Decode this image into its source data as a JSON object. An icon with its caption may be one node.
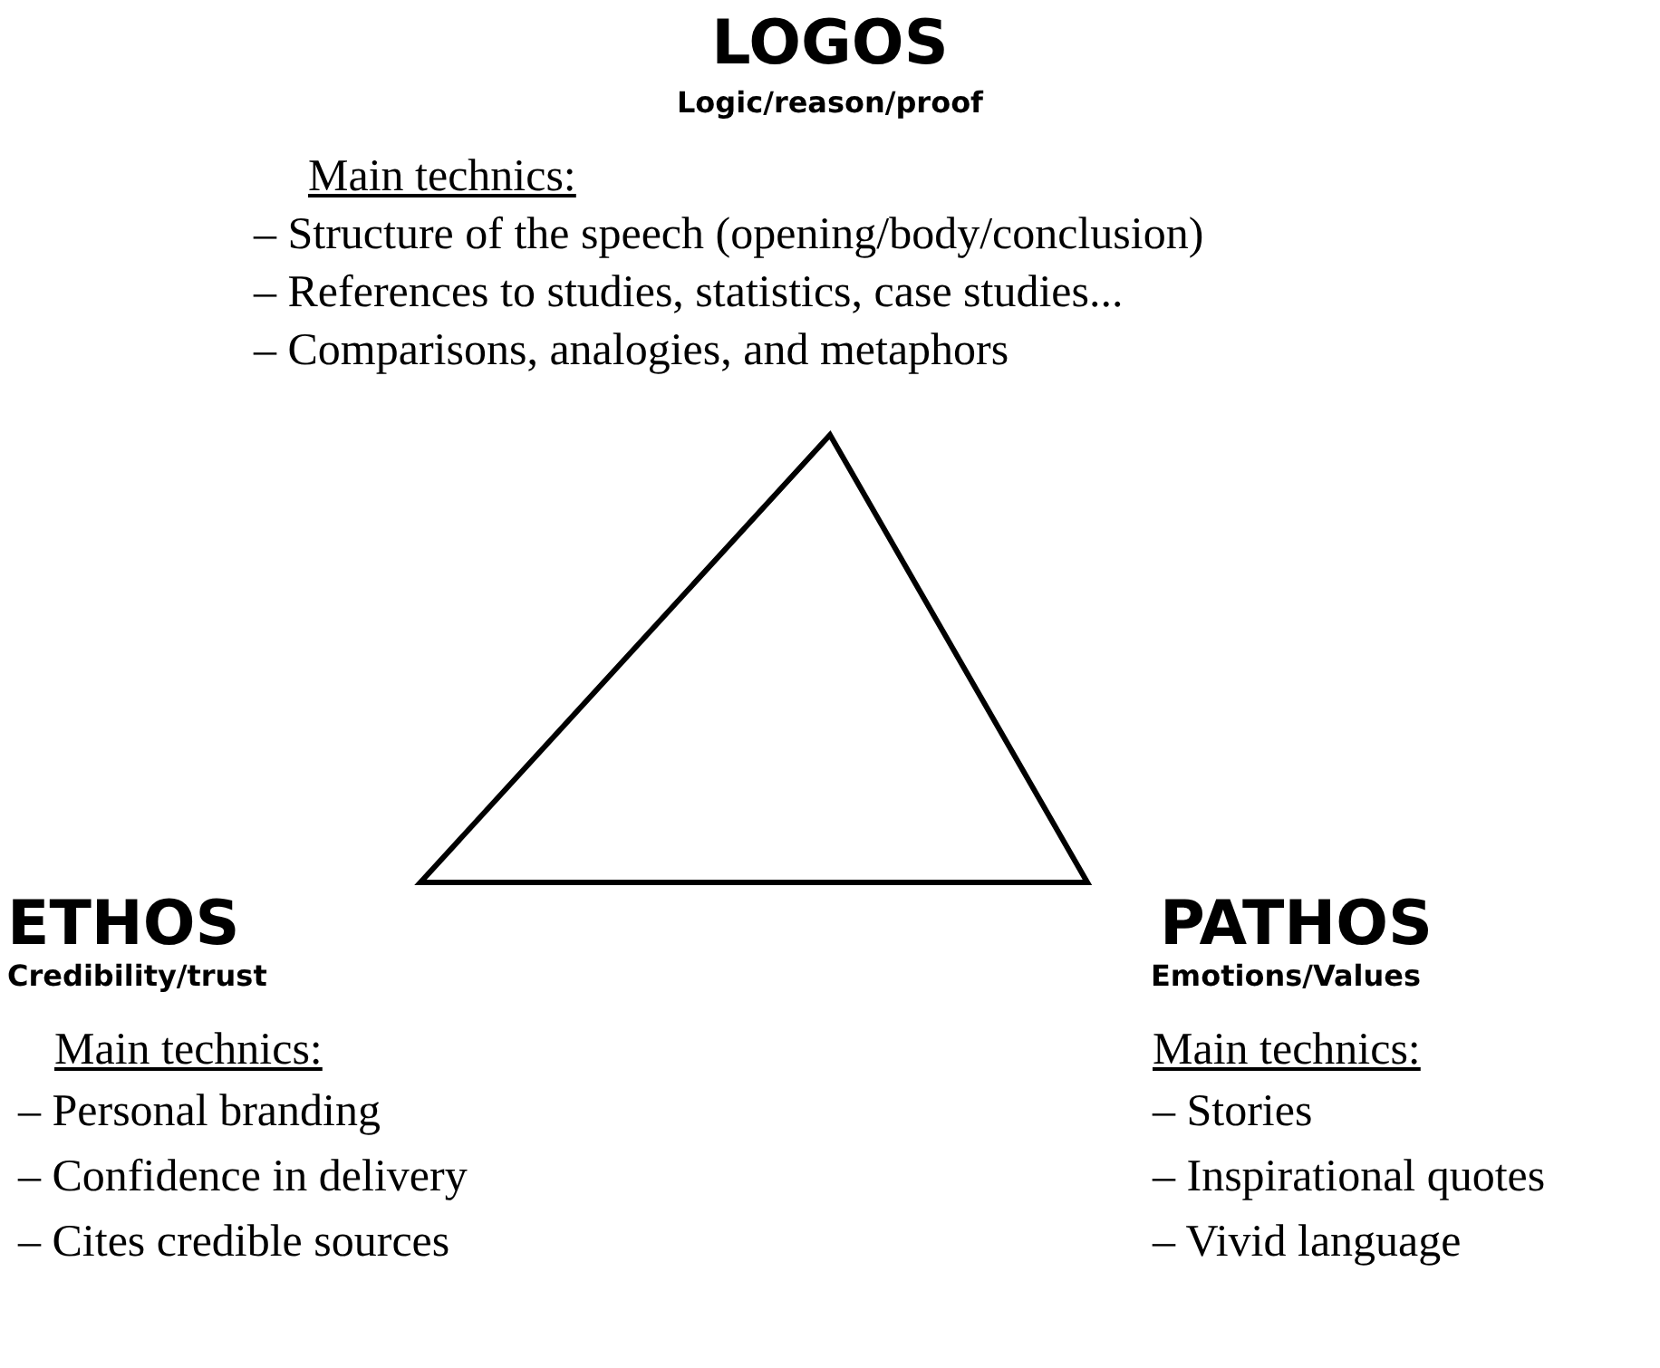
{
  "diagram": {
    "labels": [
      "LOGOS",
      "Logic/reason/proof",
      "Main technics:",
      "– Structure of the speech (opening/body/conclusion)",
      "– References to studies, statistics, case studies...",
      "– Comparisons, analogies, and metaphors",
      "ETHOS",
      "Credibility/trust",
      "Main technics:",
      "– Personal branding",
      "– Confidence in delivery",
      "– Cites credible sources",
      "PATHOS",
      "Emotions/Values",
      "Main technics:",
      "– Stories",
      "– Inspirational quotes",
      "– Vivid language"
    ]
  }
}
